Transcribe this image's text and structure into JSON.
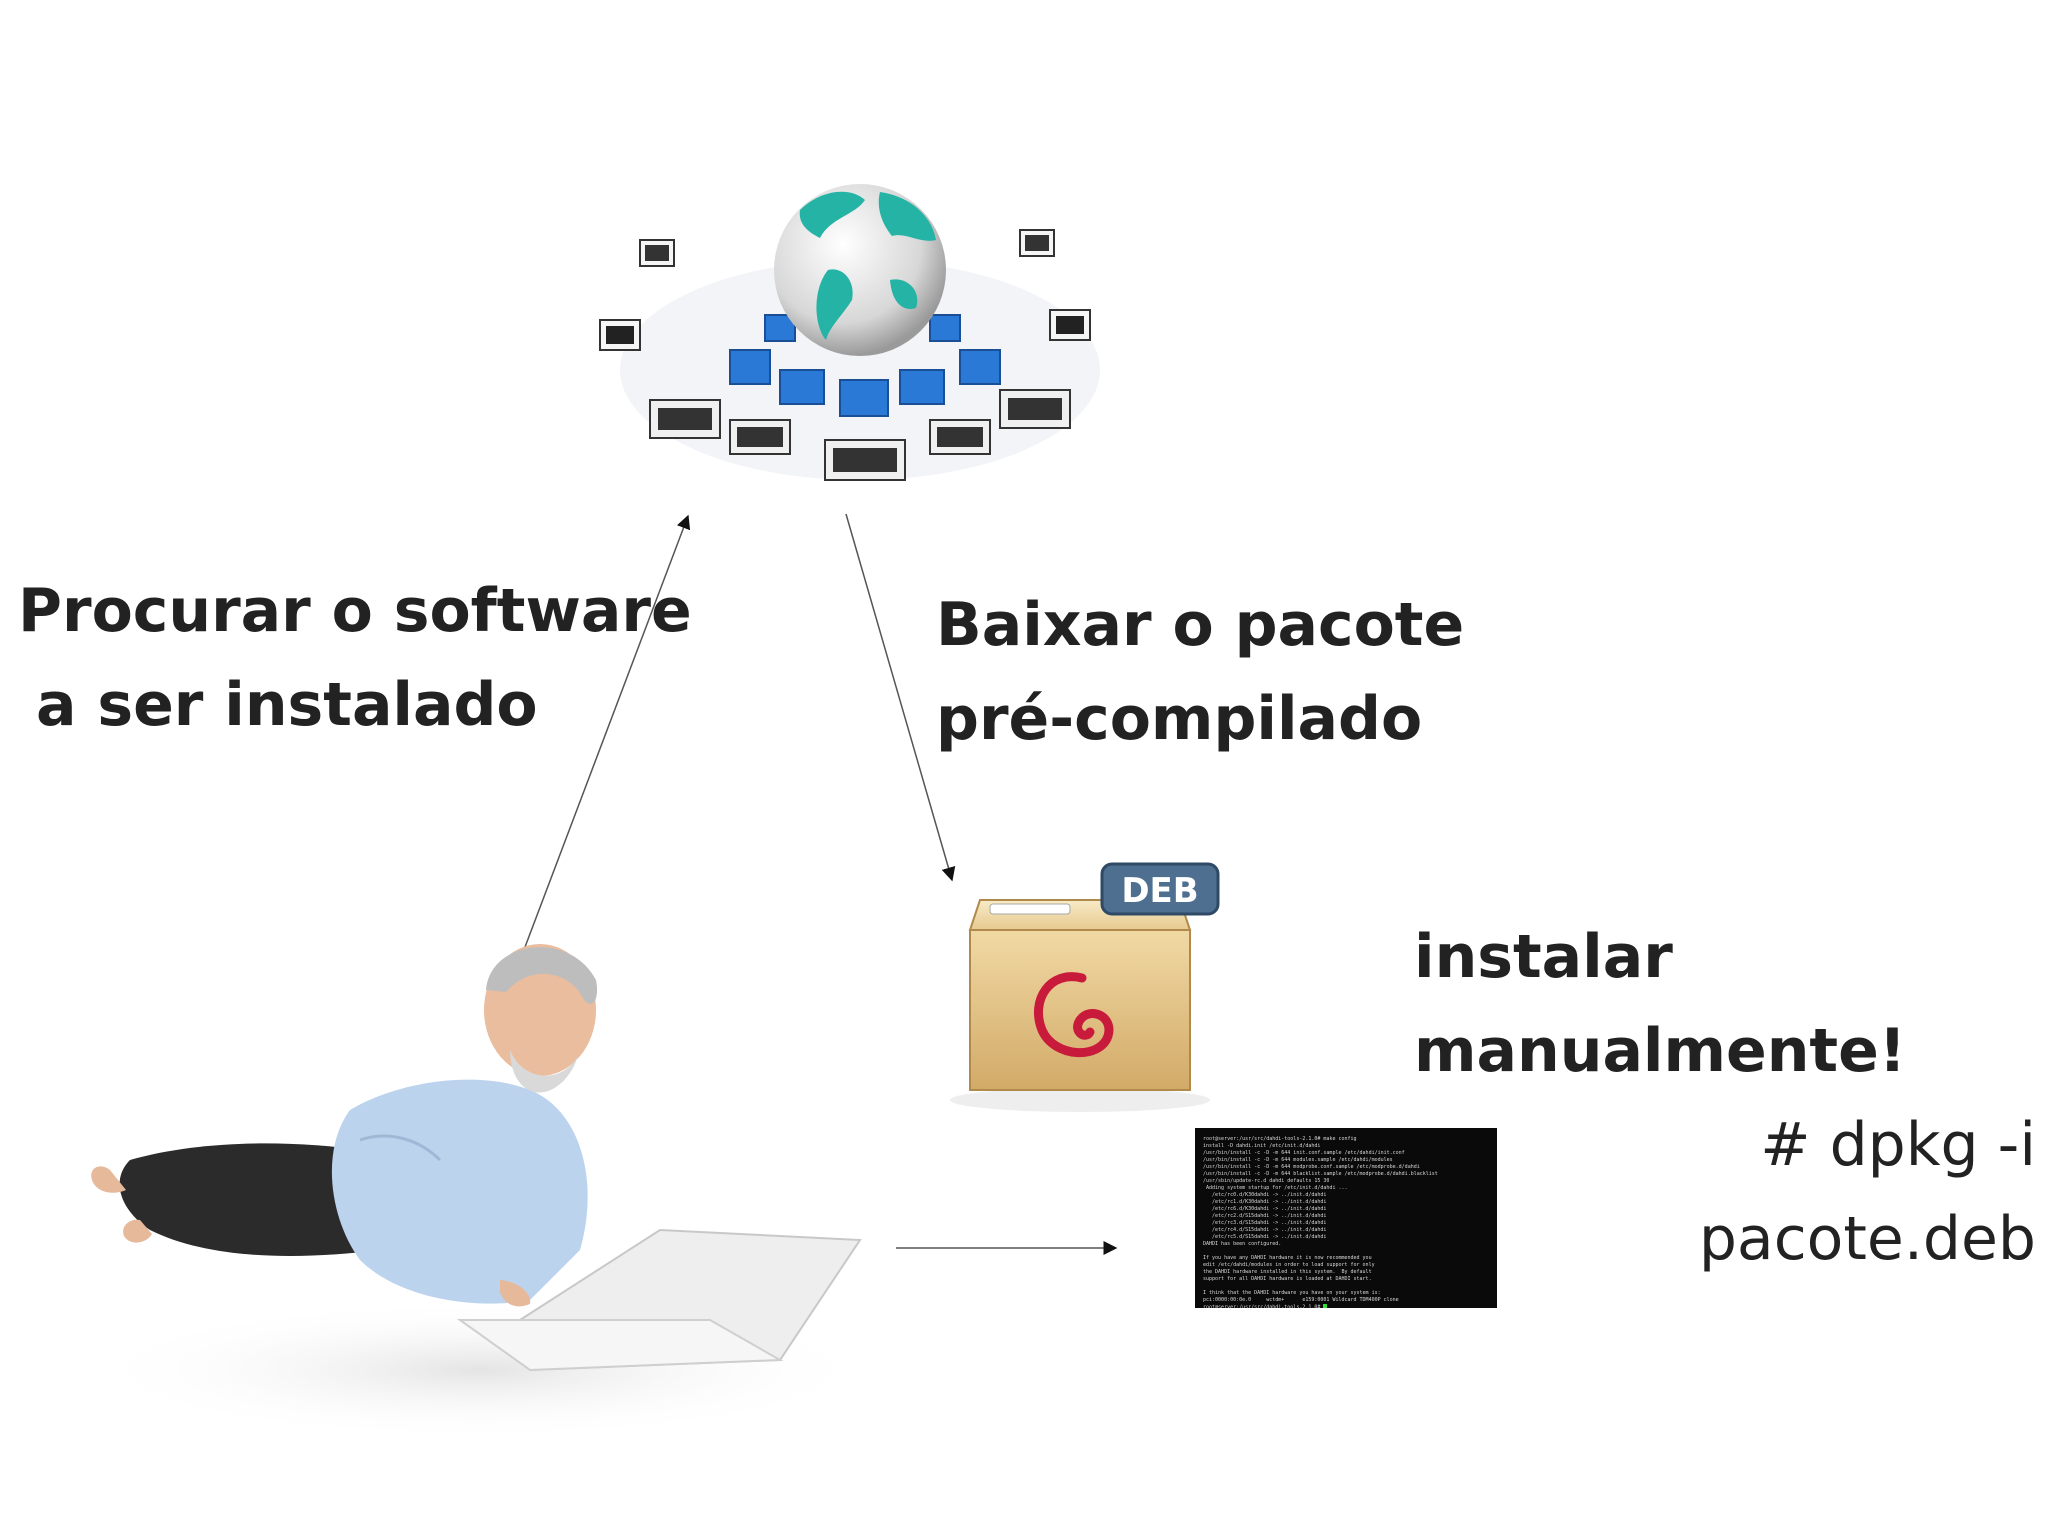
{
  "labels": {
    "search": [
      "Procurar o software",
      "a ser instalado"
    ],
    "download": [
      "Baixar o pacote",
      "pré-compilado"
    ],
    "install": [
      "instalar",
      "manualmente!"
    ],
    "command": [
      "# dpkg -i",
      "pacote.deb"
    ]
  },
  "deb_badge": "DEB",
  "terminal_lines": [
    "root@server:/usr/src/dahdi-tools-2.1.0# make config",
    "install -D dahdi.init /etc/init.d/dahdi",
    "/usr/bin/install -c -D -m 644 init.conf.sample /etc/dahdi/init.conf",
    "/usr/bin/install -c -D -m 644 modules.sample /etc/dahdi/modules",
    "/usr/bin/install -c -D -m 644 modprobe.conf.sample /etc/modprobe.d/dahdi",
    "/usr/bin/install -c -D -m 644 blacklist.sample /etc/modprobe.d/dahdi.blacklist",
    "/usr/sbin/update-rc.d dahdi defaults 15 30",
    " Adding system startup for /etc/init.d/dahdi ...",
    "   /etc/rc0.d/K30dahdi -> ../init.d/dahdi",
    "   /etc/rc1.d/K30dahdi -> ../init.d/dahdi",
    "   /etc/rc6.d/K30dahdi -> ../init.d/dahdi",
    "   /etc/rc2.d/S15dahdi -> ../init.d/dahdi",
    "   /etc/rc3.d/S15dahdi -> ../init.d/dahdi",
    "   /etc/rc4.d/S15dahdi -> ../init.d/dahdi",
    "   /etc/rc5.d/S15dahdi -> ../init.d/dahdi",
    "DAHDI has been configured.",
    "",
    "If you have any DAHDI hardware it is now recommended you",
    "edit /etc/dahdi/modules in order to load support for only",
    "the DAHDI hardware installed in this system.  By default",
    "support for all DAHDI hardware is loaded at DAHDI start.",
    "",
    "I think that the DAHDI hardware you have on your system is:",
    "pci:0000:00:0e.0     wctdm+      e159:0001 Wildcard TDM400P clone",
    "root@server:/usr/src/dahdi-tools-2.1.0# "
  ]
}
